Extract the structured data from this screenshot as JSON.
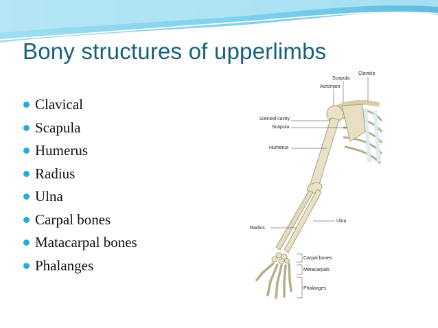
{
  "slide": {
    "title": "Bony structures of upperlimbs",
    "bullets": [
      "Clavical",
      "Scapula",
      "Humerus",
      "Radius",
      "Ulna",
      "Carpal bones",
      "Matacarpal bones",
      "Phalanges"
    ],
    "accent_color": "#29aadd",
    "title_color": "#17607a"
  },
  "figure": {
    "labels": {
      "clavicle": "Clavicle",
      "scapula_top": "Scapula",
      "acromion": "Acromion",
      "glenoid_cavity": "Glenoid cavity",
      "scapula": "Scapula",
      "humerus": "Humerus",
      "radius": "Radius",
      "ulna": "Ulna",
      "carpal_bones": "Carpal bones",
      "metacarpals": "Metacarpals",
      "phalanges": "Phalanges"
    }
  }
}
